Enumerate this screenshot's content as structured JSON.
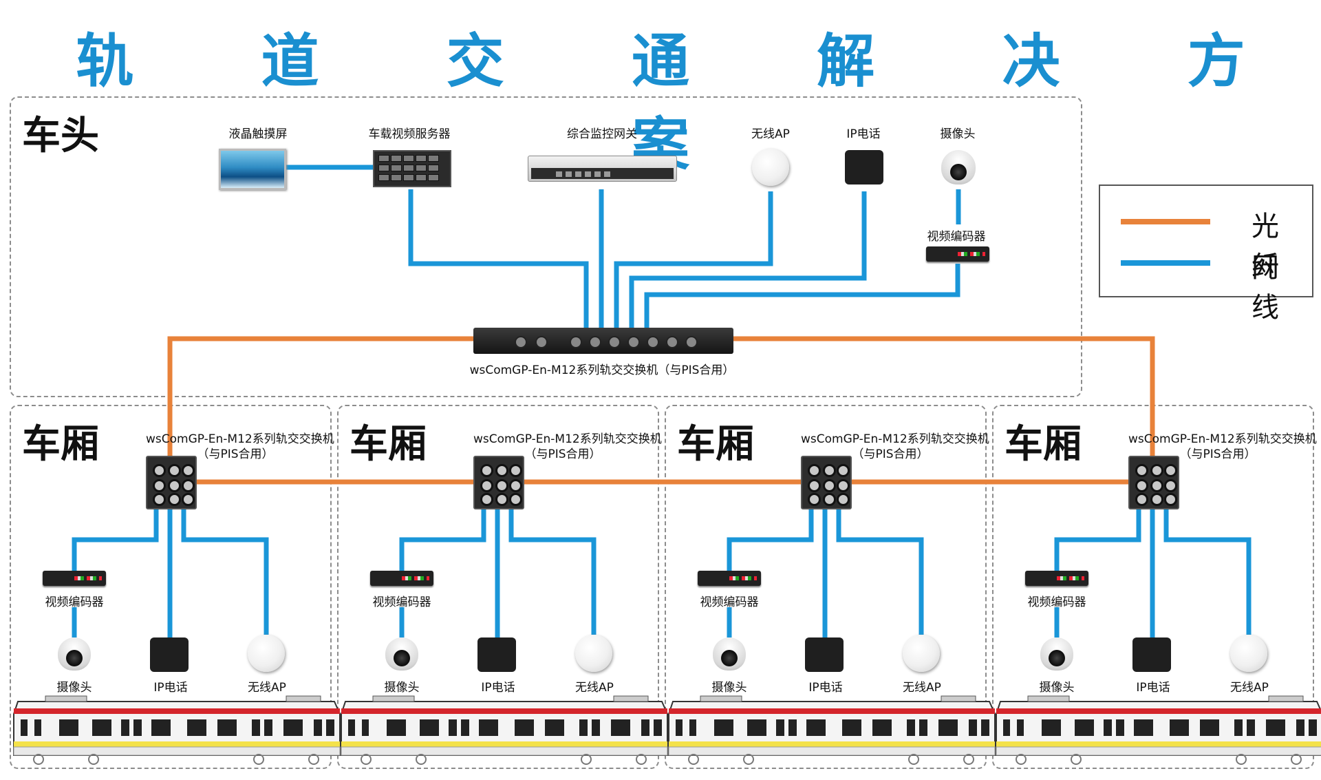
{
  "title": "轨 道 交 通 解 决 方 案",
  "colors": {
    "fiber": "#e8823a",
    "ethernet": "#1a96d8",
    "title": "#1a8fd0",
    "train_red": "#d4252b",
    "train_yellow": "#f4e24a"
  },
  "legend": {
    "fiber": "光纤",
    "ethernet": "网线"
  },
  "head": {
    "label": "车头",
    "devices": {
      "lcd": "液晶触摸屏",
      "video_server": "车载视频服务器",
      "gateway": "综合监控网关",
      "ap": "无线AP",
      "ip_phone": "IP电话",
      "camera": "摄像头",
      "encoder": "视频编码器"
    },
    "switch_label": "wsComGP-En-M12系列轨交交换机（与PIS合用）"
  },
  "carriages": [
    {
      "label": "车厢",
      "switch_line1": "wsComGP-En-M12系列轨交交换机",
      "switch_line2": "（与PIS合用）",
      "encoder": "视频编码器",
      "camera": "摄像头",
      "ip_phone": "IP电话",
      "ap": "无线AP"
    },
    {
      "label": "车厢",
      "switch_line1": "wsComGP-En-M12系列轨交交换机",
      "switch_line2": "（与PIS合用）",
      "encoder": "视频编码器",
      "camera": "摄像头",
      "ip_phone": "IP电话",
      "ap": "无线AP"
    },
    {
      "label": "车厢",
      "switch_line1": "wsComGP-En-M12系列轨交交换机",
      "switch_line2": "（与PIS合用）",
      "encoder": "视频编码器",
      "camera": "摄像头",
      "ip_phone": "IP电话",
      "ap": "无线AP"
    },
    {
      "label": "车厢",
      "switch_line1": "wsComGP-En-M12系列轨交交换机",
      "switch_line2": "（与PIS合用）",
      "encoder": "视频编码器",
      "camera": "摄像头",
      "ip_phone": "IP电话",
      "ap": "无线AP"
    }
  ]
}
